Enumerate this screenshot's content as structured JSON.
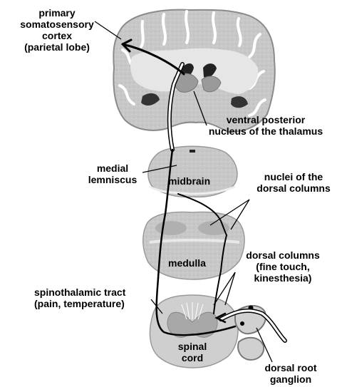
{
  "labels": {
    "cortex": [
      "primary",
      "somatosensory",
      "cortex",
      "(parietal lobe)"
    ],
    "thalamus": [
      "ventral posterior",
      "nucleus of the thalamus"
    ],
    "lemniscus": [
      "medial",
      "lemniscus"
    ],
    "midbrain": "midbrain",
    "nuclei": [
      "nuclei of the",
      "dorsal columns"
    ],
    "medulla": "medulla",
    "columns": [
      "dorsal columns",
      "(fine touch,",
      "kinesthesia)"
    ],
    "spinothalamic": [
      "spinothalamic tract",
      "(pain, temperature)"
    ],
    "spinal": [
      "spinal",
      "cord"
    ],
    "ganglion": [
      "dorsal root",
      "ganglion"
    ]
  }
}
